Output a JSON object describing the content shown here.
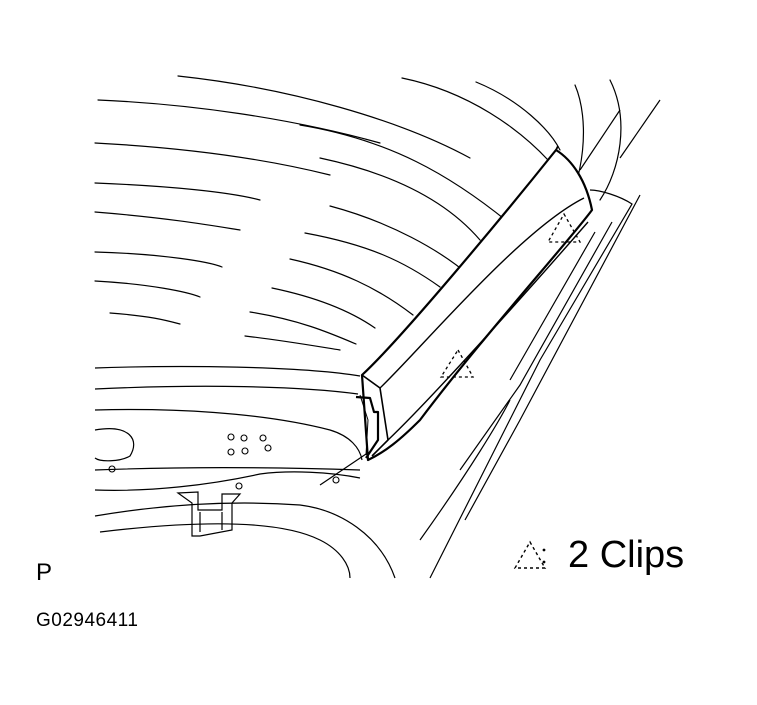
{
  "legend": {
    "symbol_icon": "dashed-triangle-icon",
    "text": "2 Clips"
  },
  "view_label": "P",
  "figure_id": "G02946411"
}
